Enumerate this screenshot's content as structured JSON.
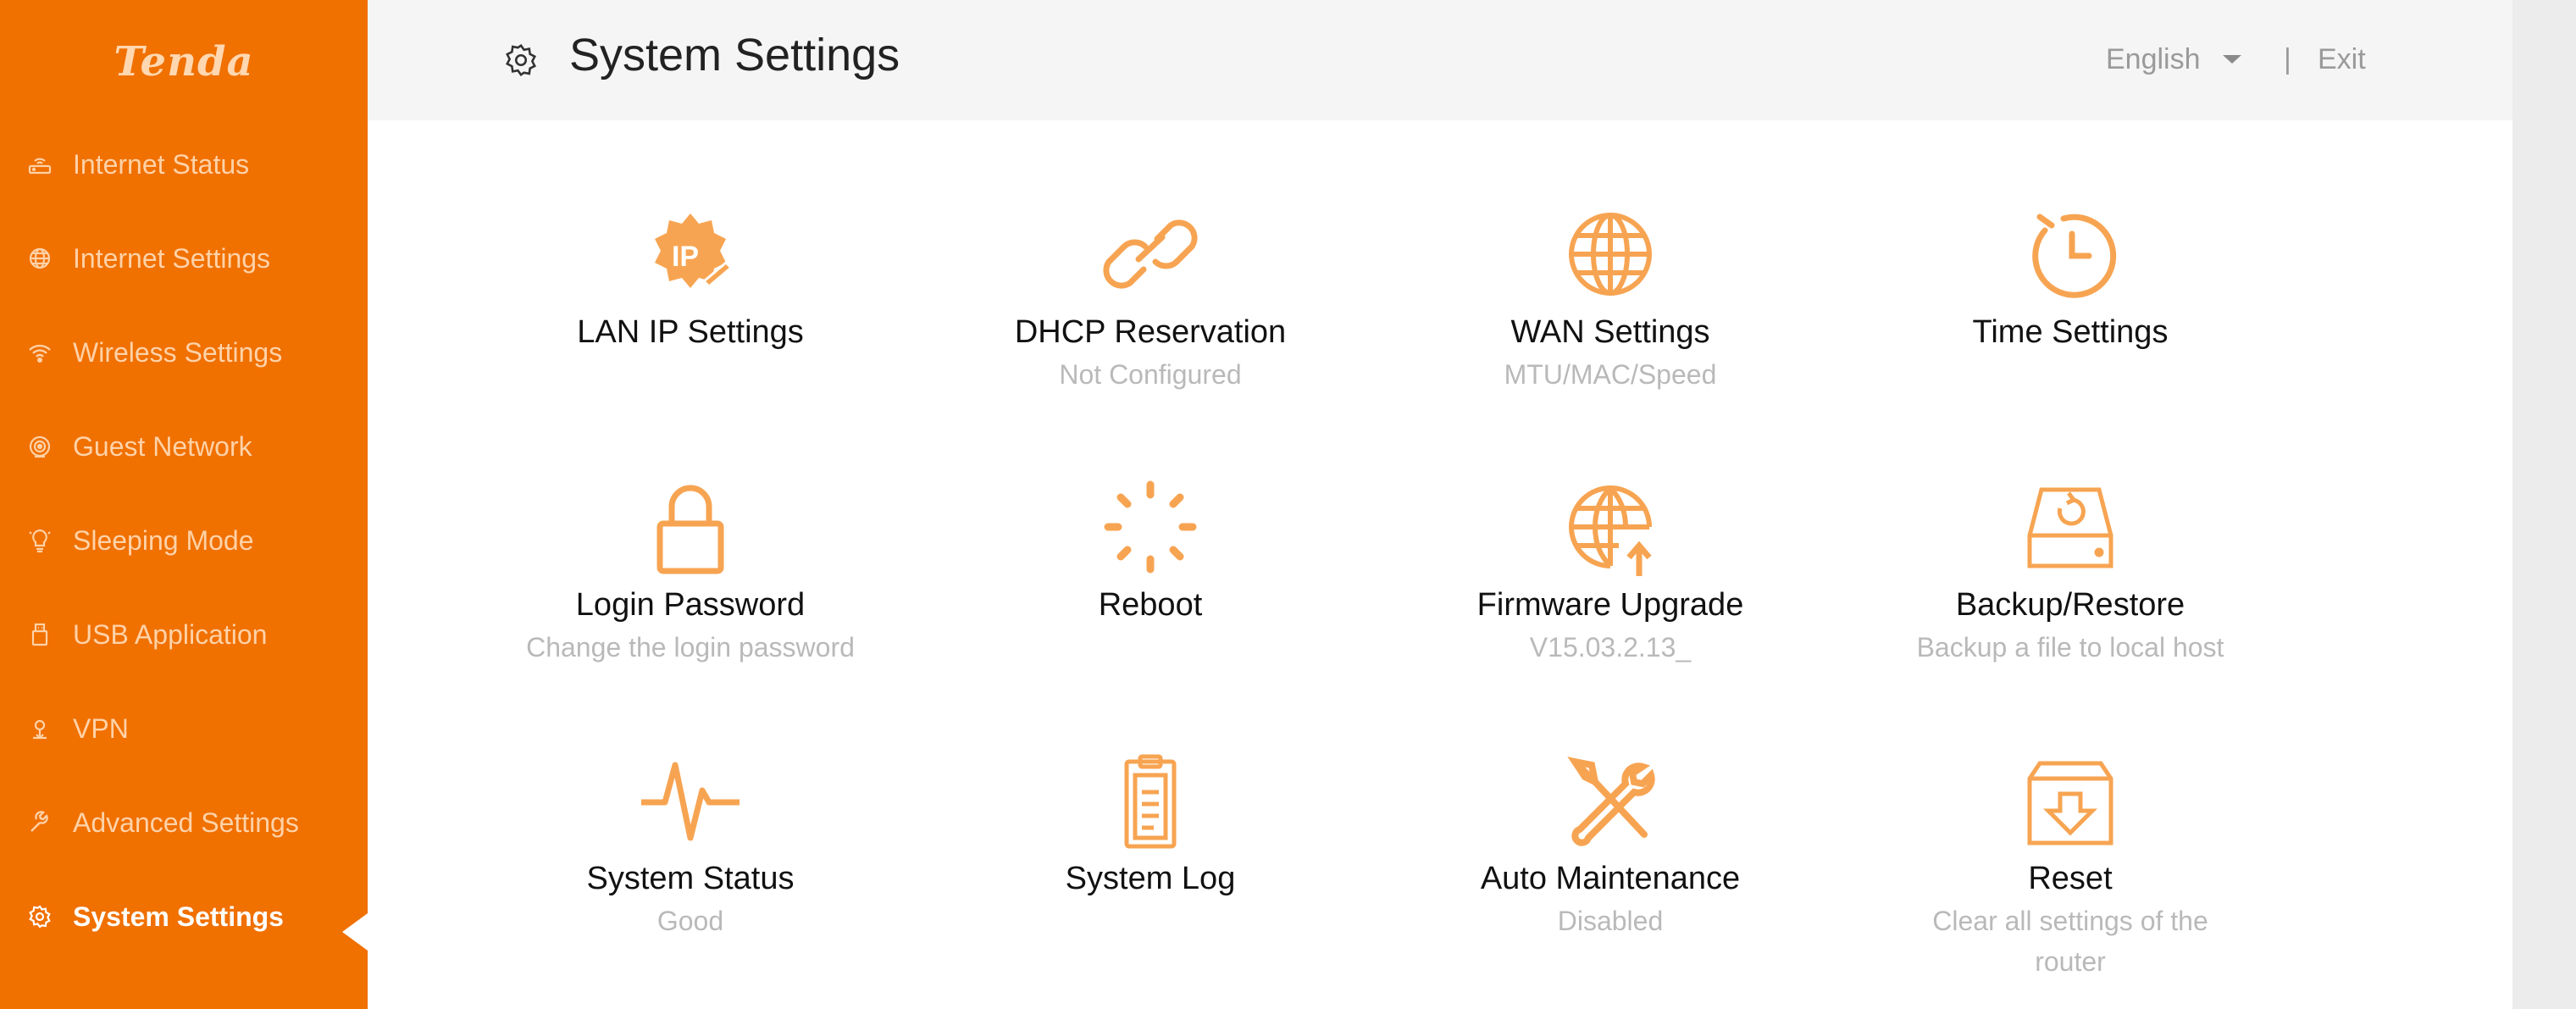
{
  "brand": {
    "logo_text": "Tenda",
    "accent": "#f07000"
  },
  "sidebar": {
    "items": [
      {
        "label": "Internet Status",
        "icon": "router-icon"
      },
      {
        "label": "Internet Settings",
        "icon": "globe-icon"
      },
      {
        "label": "Wireless Settings",
        "icon": "wifi-icon"
      },
      {
        "label": "Guest Network",
        "icon": "guest-wifi-icon"
      },
      {
        "label": "Sleeping Mode",
        "icon": "sleep-bulb-icon"
      },
      {
        "label": "USB Application",
        "icon": "usb-icon"
      },
      {
        "label": "VPN",
        "icon": "vpn-icon"
      },
      {
        "label": "Advanced Settings",
        "icon": "wrench-icon"
      },
      {
        "label": "System Settings",
        "icon": "gear-icon",
        "active": true
      }
    ]
  },
  "header": {
    "title": "System Settings",
    "language": "English",
    "separator": "|",
    "exit_label": "Exit"
  },
  "tiles": [
    {
      "label": "LAN IP Settings",
      "sub": "",
      "icon": "lan-ip-gear-icon"
    },
    {
      "label": "DHCP Reservation",
      "sub": "Not Configured",
      "icon": "link-icon"
    },
    {
      "label": "WAN Settings",
      "sub": "MTU/MAC/Speed",
      "icon": "globe-icon"
    },
    {
      "label": "Time Settings",
      "sub": "",
      "icon": "clock-icon"
    },
    {
      "label": "Login Password",
      "sub": "Change the login password",
      "icon": "lock-icon"
    },
    {
      "label": "Reboot",
      "sub": "",
      "icon": "reboot-spinner-icon"
    },
    {
      "label": "Firmware Upgrade",
      "sub": "V15.03.2.13_",
      "icon": "globe-upload-icon"
    },
    {
      "label": "Backup/Restore",
      "sub": "Backup a file to local host",
      "icon": "backup-drive-icon"
    },
    {
      "label": "System Status",
      "sub": "Good",
      "icon": "pulse-icon"
    },
    {
      "label": "System Log",
      "sub": "",
      "icon": "clipboard-log-icon"
    },
    {
      "label": "Auto Maintenance",
      "sub": "Disabled",
      "icon": "tools-icon"
    },
    {
      "label": "Reset",
      "sub": "Clear all settings of the router",
      "icon": "reset-tray-icon"
    }
  ]
}
